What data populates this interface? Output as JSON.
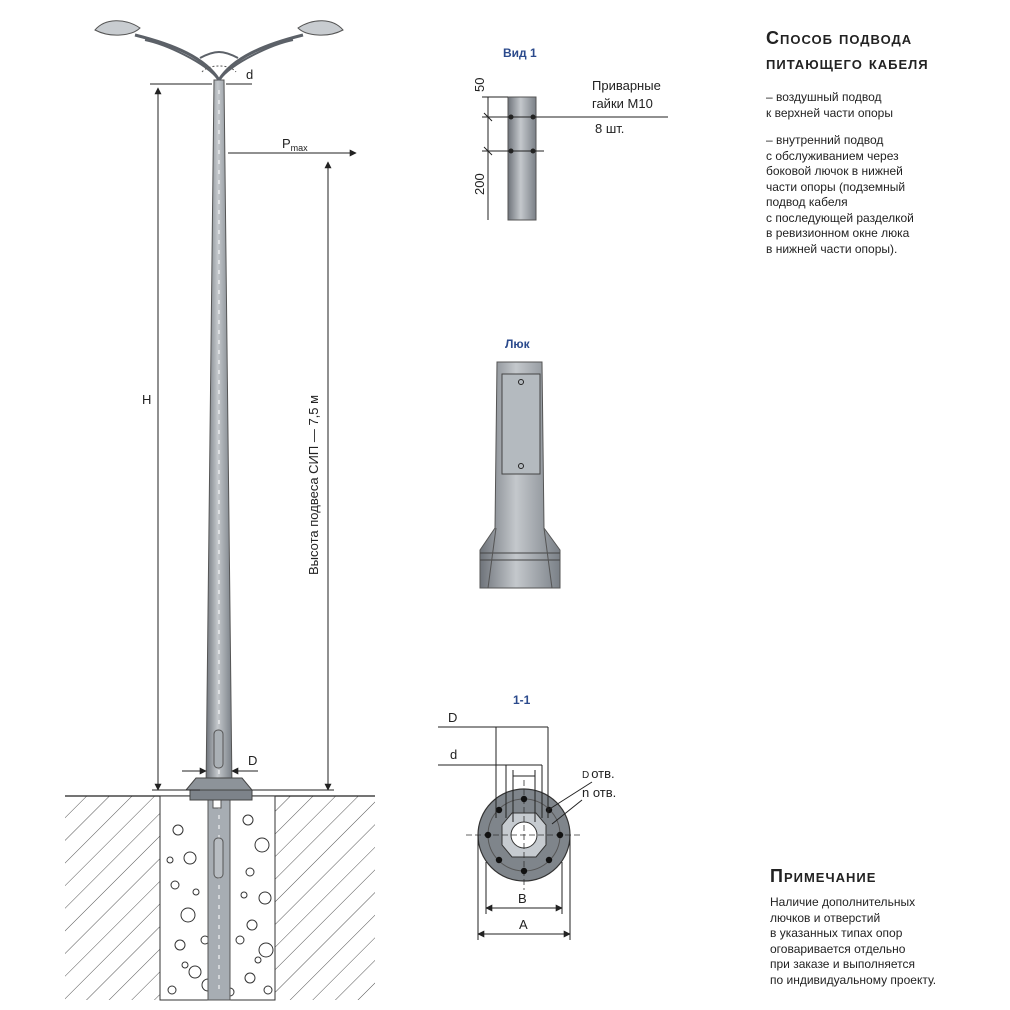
{
  "drawing": {
    "label_d_top": "d",
    "label_pmax_main": "P",
    "label_pmax_sub": "max",
    "label_H": "H",
    "label_height": "Высота подвеса СИП — 7,5 м",
    "label_D_base": "D",
    "view1": {
      "title": "Вид 1",
      "dim_50": "50",
      "dim_200": "200",
      "nuts_line1": "Приварные",
      "nuts_line2": "гайки М10",
      "nuts_count": "8 шт."
    },
    "hatch": {
      "title": "Люк"
    },
    "section": {
      "title": "1-1",
      "label_D": "D",
      "label_d": "d",
      "label_D_holes": "D",
      "label_D_holes_suffix": "отв.",
      "label_n_holes": "n отв.",
      "label_B": "B",
      "label_A": "A"
    }
  },
  "sidebar": {
    "title_line1": "Способ подвода",
    "title_line2": "питающего кабеля",
    "item1": "– воздушный подвод\n   к верхней части опоры",
    "item2": "– внутренний подвод\n   с обслуживанием через\n   боковой лючок в нижней\n   части опоры (подземный\n   подвод кабеля\n   с последующей разделкой\n   в ревизионном окне люка\n   в нижней части опоры).",
    "note_title": "Примечание",
    "note_text": "Наличие дополнительных\nлючков и отверстий\nв указанных типах опор\nоговаривается отдельно\nпри заказе и выполняется\nпо индивидуальному проекту."
  },
  "colors": {
    "pole": "#9aa0a6",
    "pole_dark": "#6e737a",
    "line": "#222222",
    "accent": "#2b4a8c"
  }
}
